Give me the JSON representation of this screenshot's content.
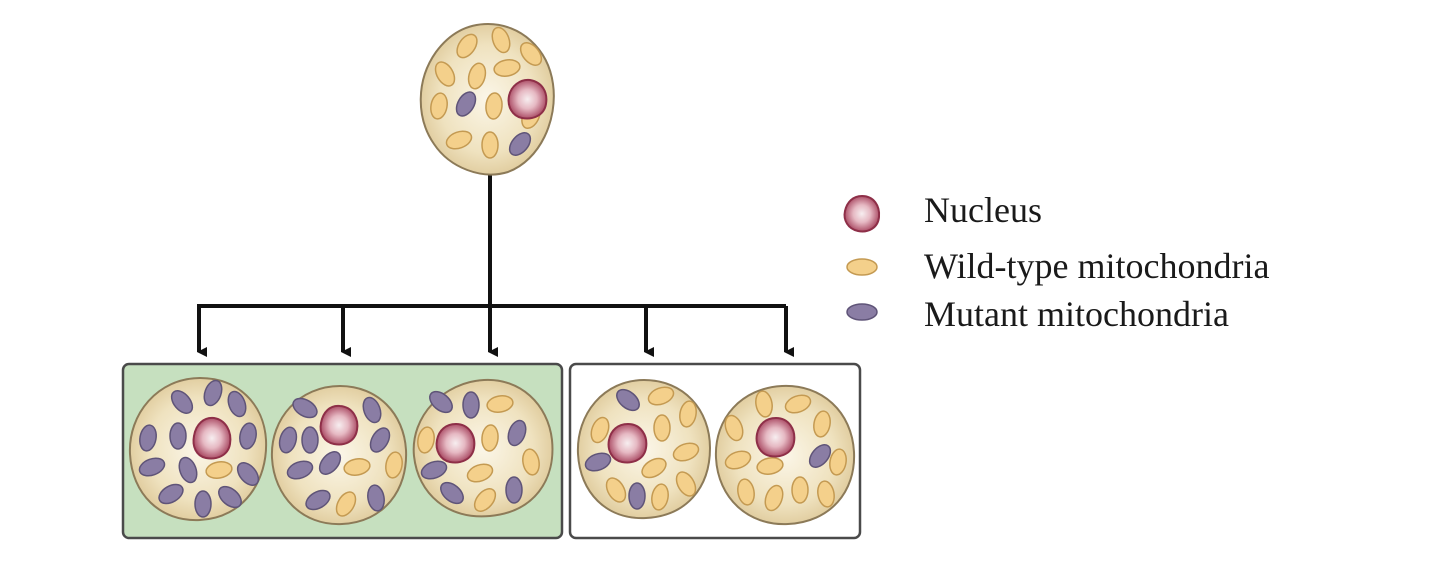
{
  "legend": {
    "nucleus": "Nucleus",
    "wild_type": "Wild-type mitochondria",
    "mutant": "Mutant mitochondria"
  },
  "colors": {
    "cell_fill": "#e9d9ad",
    "cell_edge": "#8c7a58",
    "nucleus_fill": "#b24a64",
    "nucleus_core": "#f1e3e6",
    "wild_type": "#f4d08b",
    "wild_type_edge": "#c49a52",
    "mutant": "#8a7da4",
    "mutant_edge": "#5f5478",
    "group_fill_highlighted": "#c6e0bf",
    "arrow": "#111111"
  },
  "groups": [
    {
      "name": "majority-mutant",
      "highlighted": true,
      "cells": [
        "mutant-rich",
        "mutant-rich",
        "mutant-rich"
      ]
    },
    {
      "name": "majority-wild-type",
      "highlighted": false,
      "cells": [
        "wild-type-rich",
        "wild-type-rich"
      ]
    }
  ]
}
